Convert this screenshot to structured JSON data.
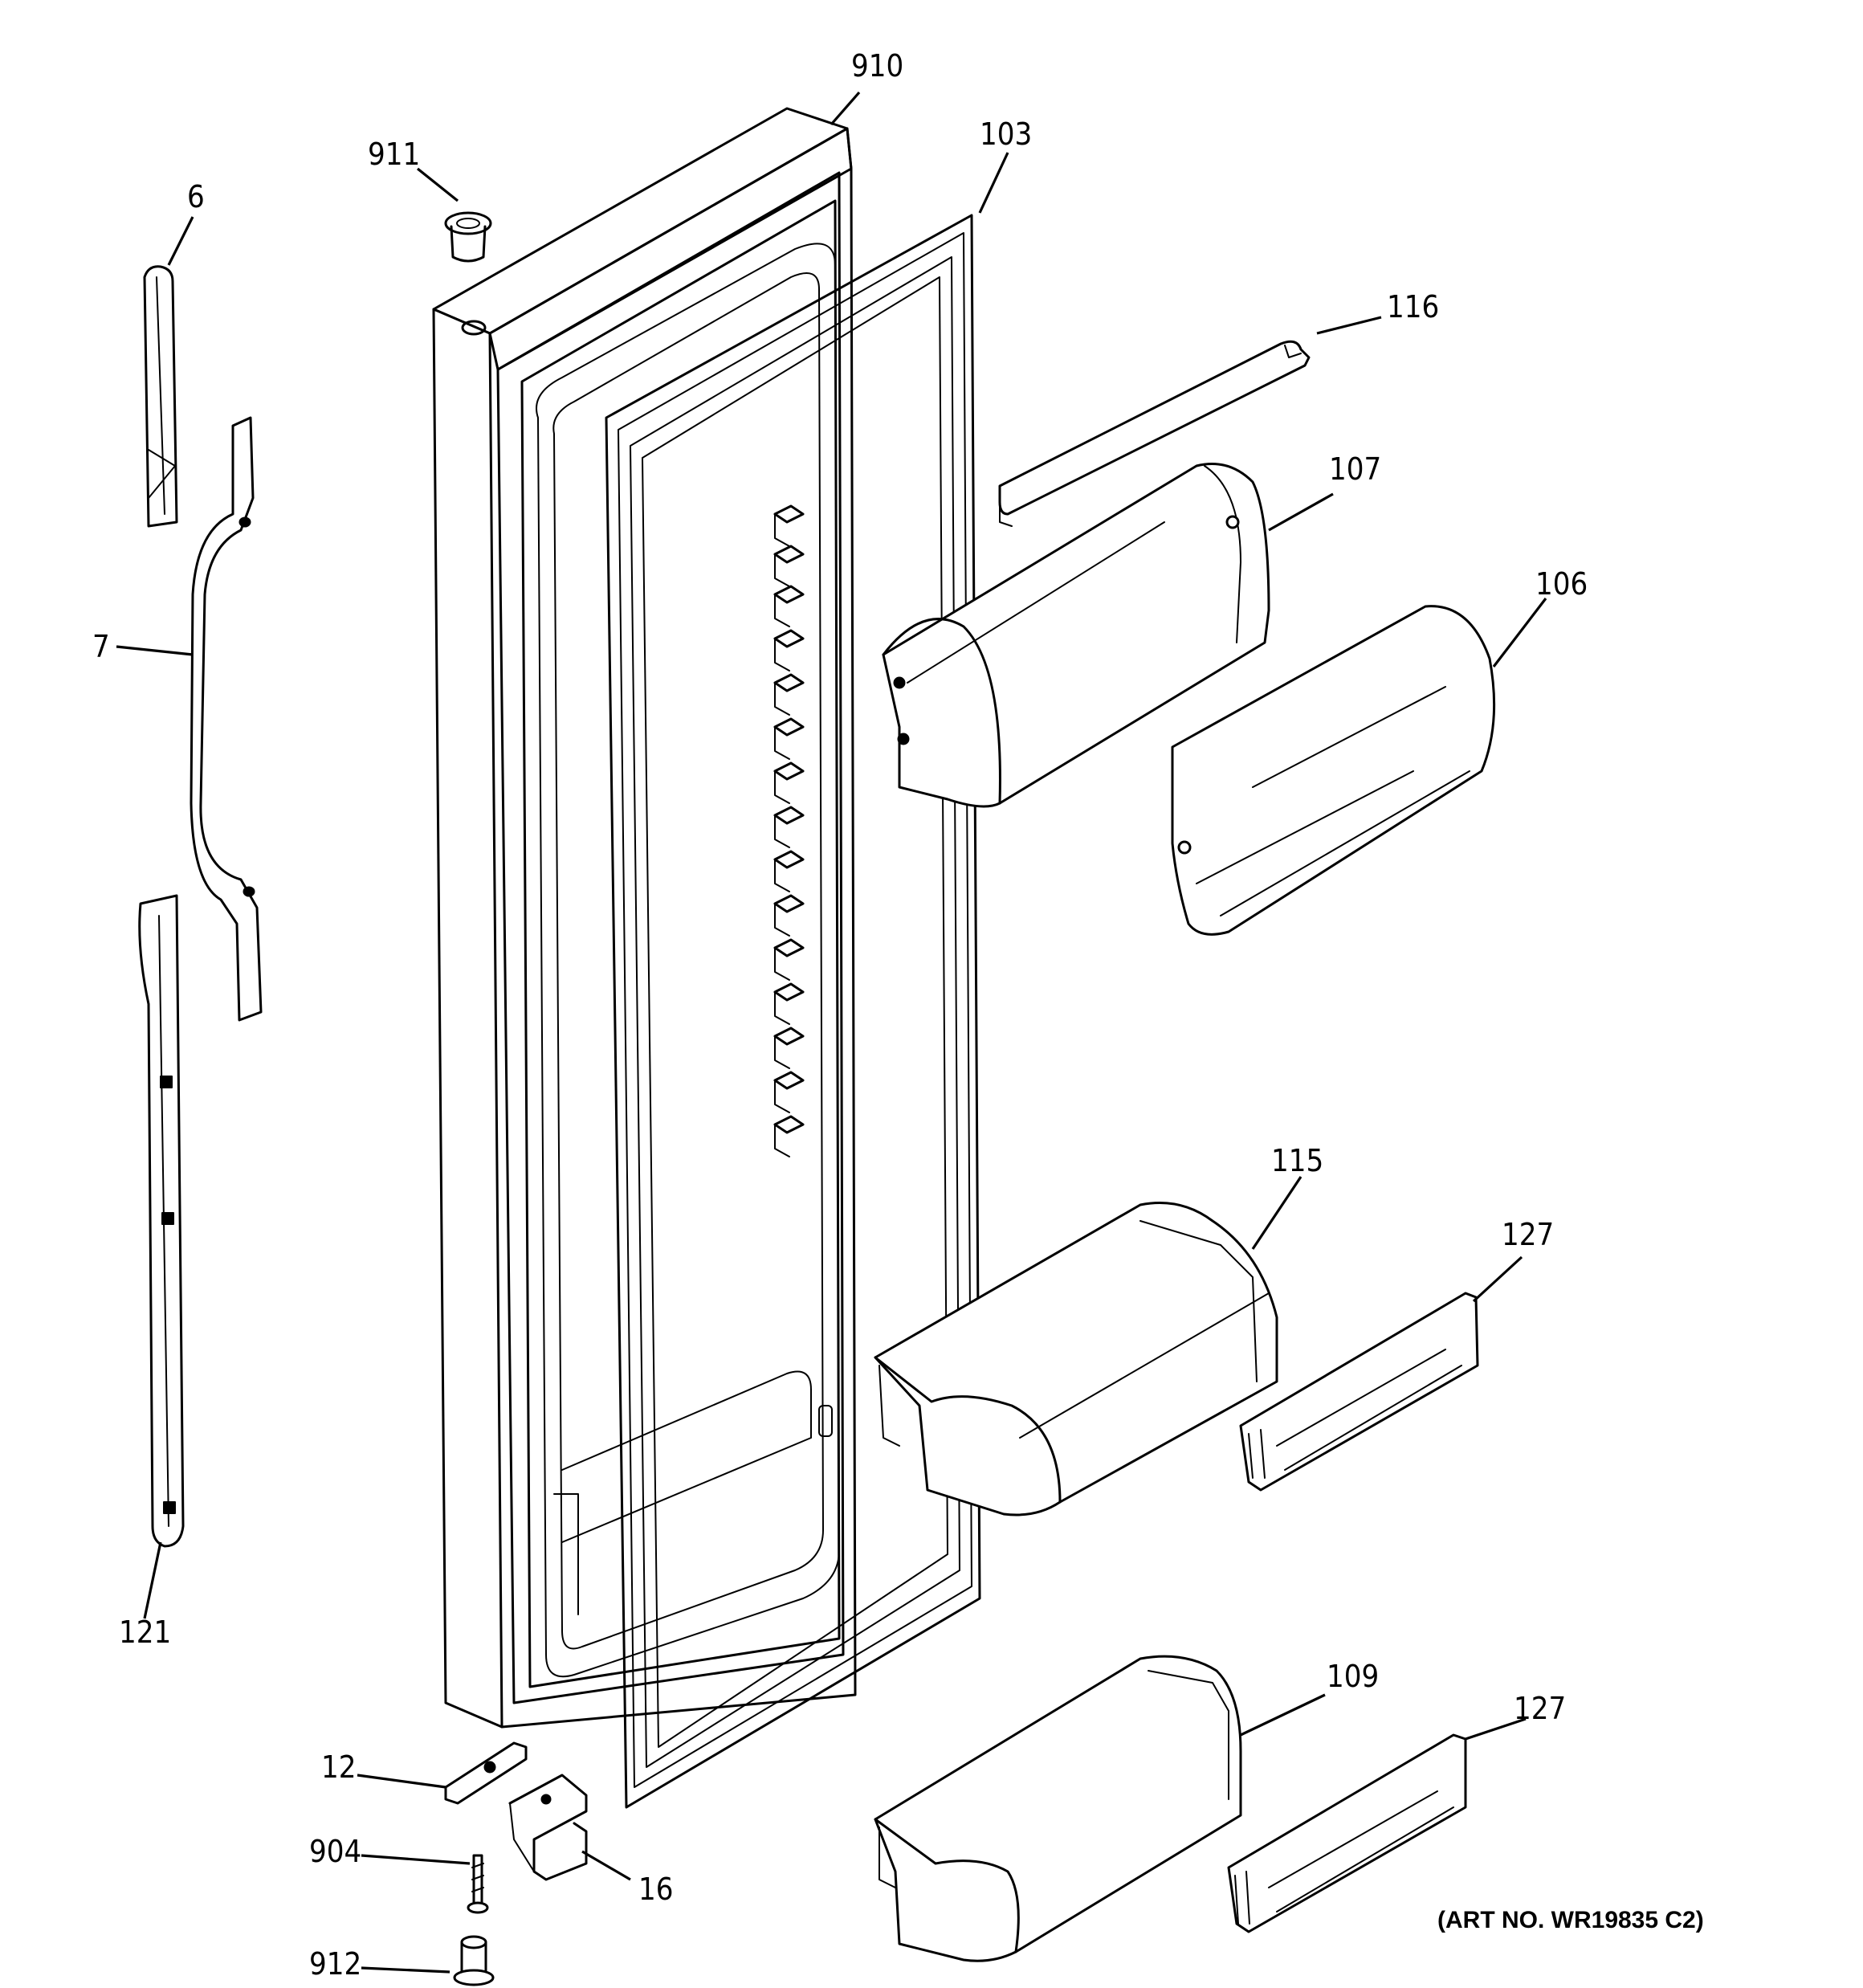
{
  "callouts": {
    "c910": "910",
    "c911": "911",
    "c103": "103",
    "c6": "6",
    "c116": "116",
    "c107": "107",
    "c106": "106",
    "c7": "7",
    "c115": "115",
    "c127a": "127",
    "c121": "121",
    "c109": "109",
    "c127b": "127",
    "c12": "12",
    "c904": "904",
    "c16": "16",
    "c912": "912"
  },
  "art_number": "(ART NO. WR19835 C2)"
}
